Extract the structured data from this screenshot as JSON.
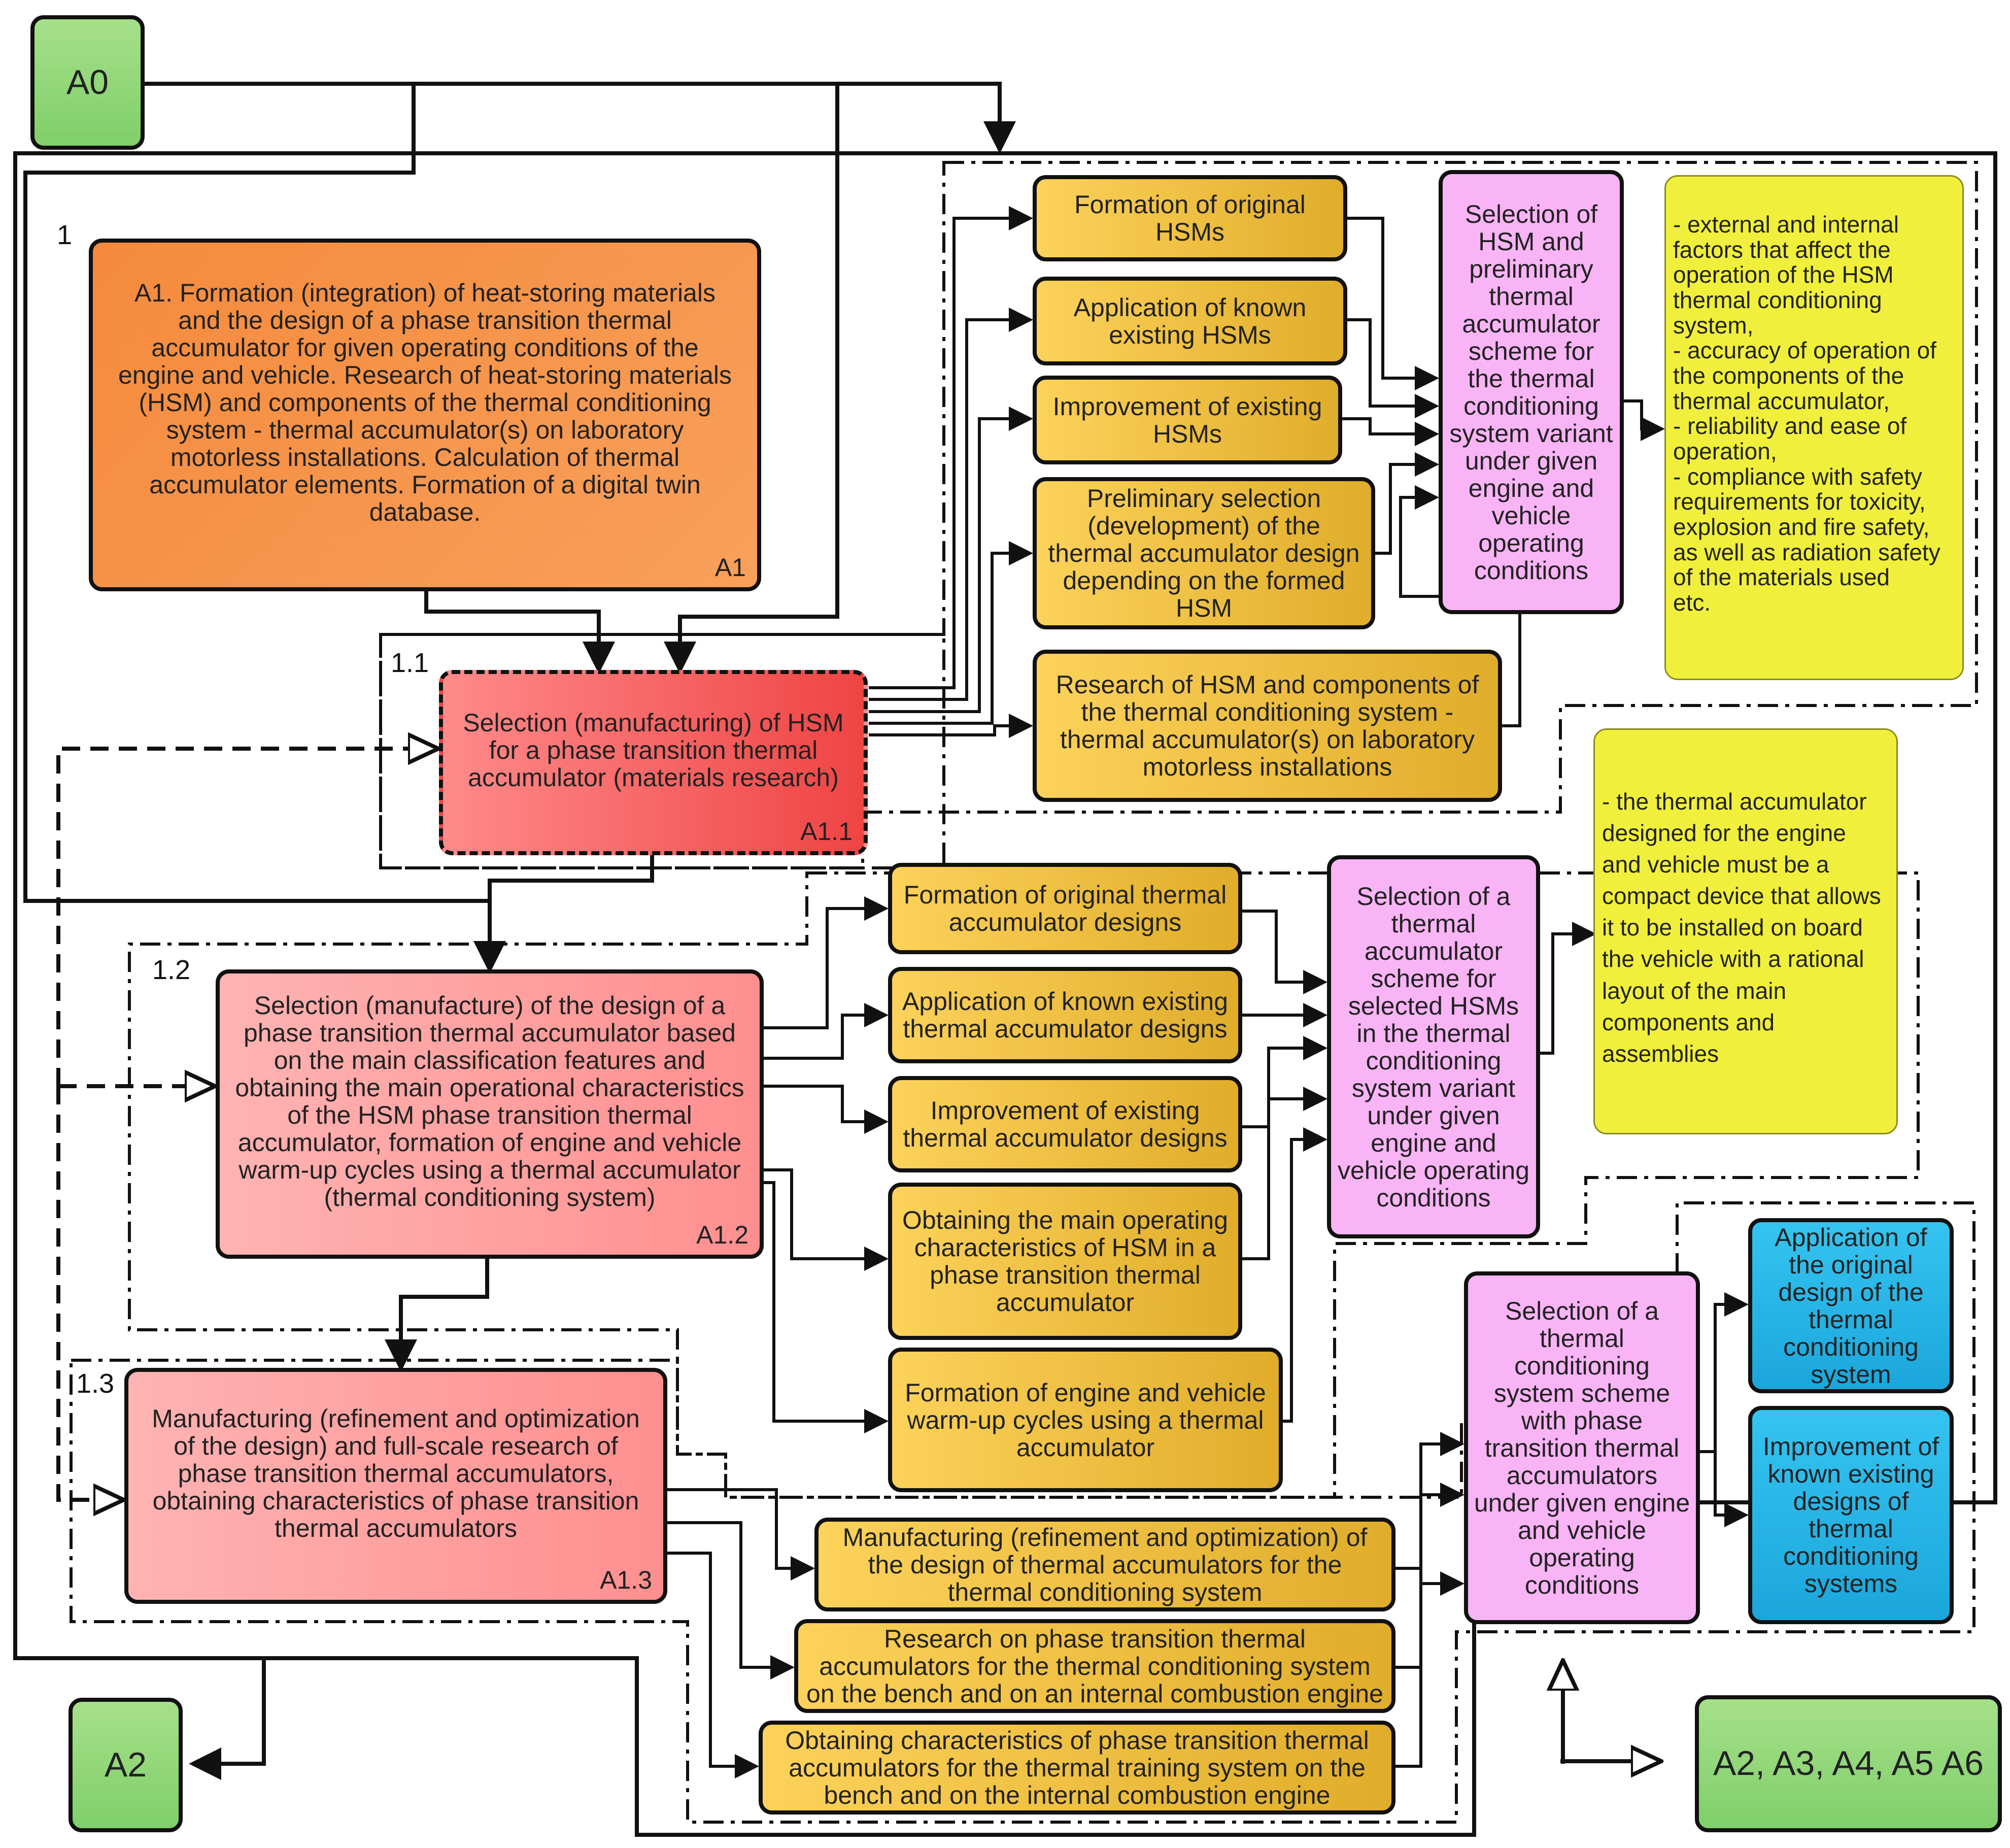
{
  "nodes": {
    "a0": "A0",
    "a2": "A2",
    "a2_a6": "A2, A3, A4, A5 A6",
    "a1_text": "A1. Formation (integration) of heat-storing materials and the design of a phase transition thermal accumulator for given operating conditions of the engine and vehicle. Research of heat-storing materials (HSM) and components of the thermal conditioning system - thermal accumulator(s) on laboratory motorless installations. Calculation of thermal accumulator elements. Formation of a digital twin database.",
    "a1_tag": "A1",
    "a11_text": "Selection (manufacturing) of HSM for a phase transition thermal accumulator (materials research)",
    "a11_tag": "A1.1",
    "a12_text": "Selection (manufacture) of the design of a phase transition thermal accumulator based on the main classification features and obtaining the main operational characteristics of the HSM phase transition thermal accumulator, formation of engine and vehicle warm-up cycles using a thermal accumulator (thermal conditioning system)",
    "a12_tag": "A1.2",
    "a13_text": "Manufacturing (refinement and optimization of the design) and full-scale research of phase transition thermal accumulators, obtaining characteristics of phase transition thermal accumulators",
    "a13_tag": "A1.3"
  },
  "step_labels": {
    "s1": "1",
    "s11": "1.1",
    "s12": "1.2",
    "s13": "1.3"
  },
  "group1": {
    "items": [
      "Formation of original HSMs",
      "Application of known existing HSMs",
      "Improvement of existing HSMs",
      "Preliminary selection (development) of the thermal accumulator design depending on the formed HSM",
      "Research of HSM and components of the thermal conditioning system - thermal accumulator(s) on laboratory motorless installations"
    ],
    "selection": "Selection of HSM and preliminary thermal accumulator scheme for the thermal conditioning system variant under given engine and vehicle operating conditions",
    "note": "- external and internal factors that affect the operation of the HSM thermal conditioning system,\n- accuracy of operation of the components of the thermal accumulator,\n- reliability and ease of operation,\n- compliance with safety requirements for toxicity, explosion and fire safety, as well as radiation safety of the materials used\netc."
  },
  "group2": {
    "items": [
      "Formation of original thermal accumulator designs",
      "Application of known existing thermal accumulator designs",
      "Improvement of existing thermal accumulator designs",
      "Obtaining the main operating characteristics of HSM in a phase transition thermal accumulator",
      "Formation of engine and vehicle warm-up cycles using a thermal accumulator"
    ],
    "selection": "Selection of a thermal accumulator scheme for selected HSMs in the thermal conditioning system variant under given engine and vehicle operating conditions",
    "note": "- the thermal accumulator designed for the engine and vehicle must be a compact device that allows it to be installed on board the vehicle with a rational layout of the main components and assemblies"
  },
  "group3": {
    "items": [
      "Manufacturing (refinement and optimization) of the design of thermal accumulators for the thermal conditioning system",
      "Research on phase transition thermal accumulators for the thermal conditioning system on the bench and on an internal combustion engine",
      "Obtaining characteristics of phase transition thermal accumulators for the thermal training system on the bench and on the internal combustion engine"
    ],
    "selection": "Selection of a thermal conditioning system scheme with phase transition thermal accumulators under given engine and vehicle operating conditions",
    "outputs": [
      "Application of the original design of the thermal conditioning system",
      "Improvement of known existing designs of thermal conditioning systems"
    ]
  }
}
